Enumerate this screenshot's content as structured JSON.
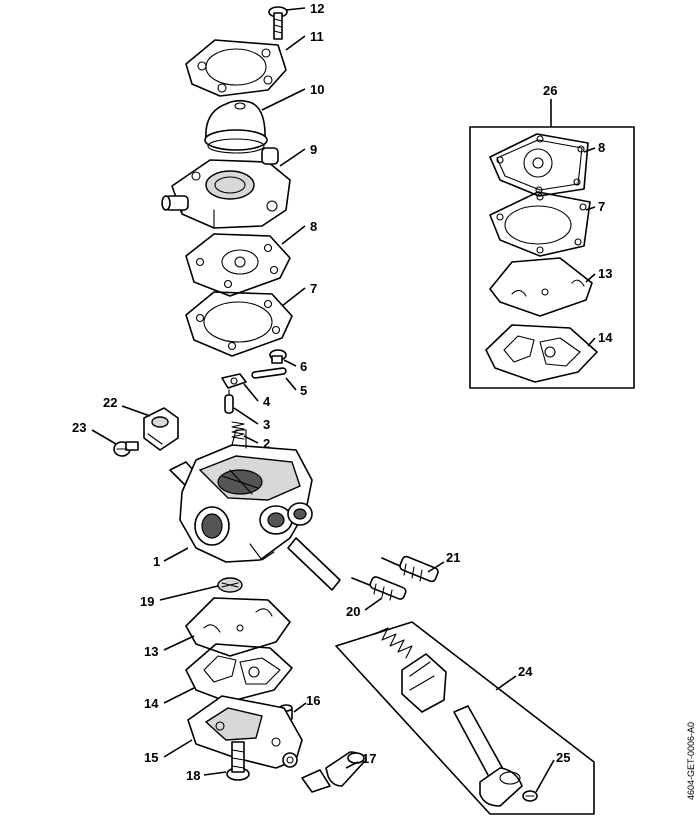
{
  "callouts": {
    "c1": "1",
    "c2": "2",
    "c3": "3",
    "c4": "4",
    "c5": "5",
    "c6": "6",
    "c7": "7",
    "c8": "8",
    "c9": "9",
    "c10": "10",
    "c11": "11",
    "c12": "12",
    "c13": "13",
    "c14": "14",
    "c15": "15",
    "c16": "16",
    "c17": "17",
    "c18": "18",
    "c19": "19",
    "c20": "20",
    "c21": "21",
    "c22": "22",
    "c23": "23",
    "c24": "24",
    "c25": "25",
    "c26": "26",
    "k7": "7",
    "k8": "8",
    "k13": "13",
    "k14": "14"
  },
  "document_id": "4604-GET-0006-A0"
}
